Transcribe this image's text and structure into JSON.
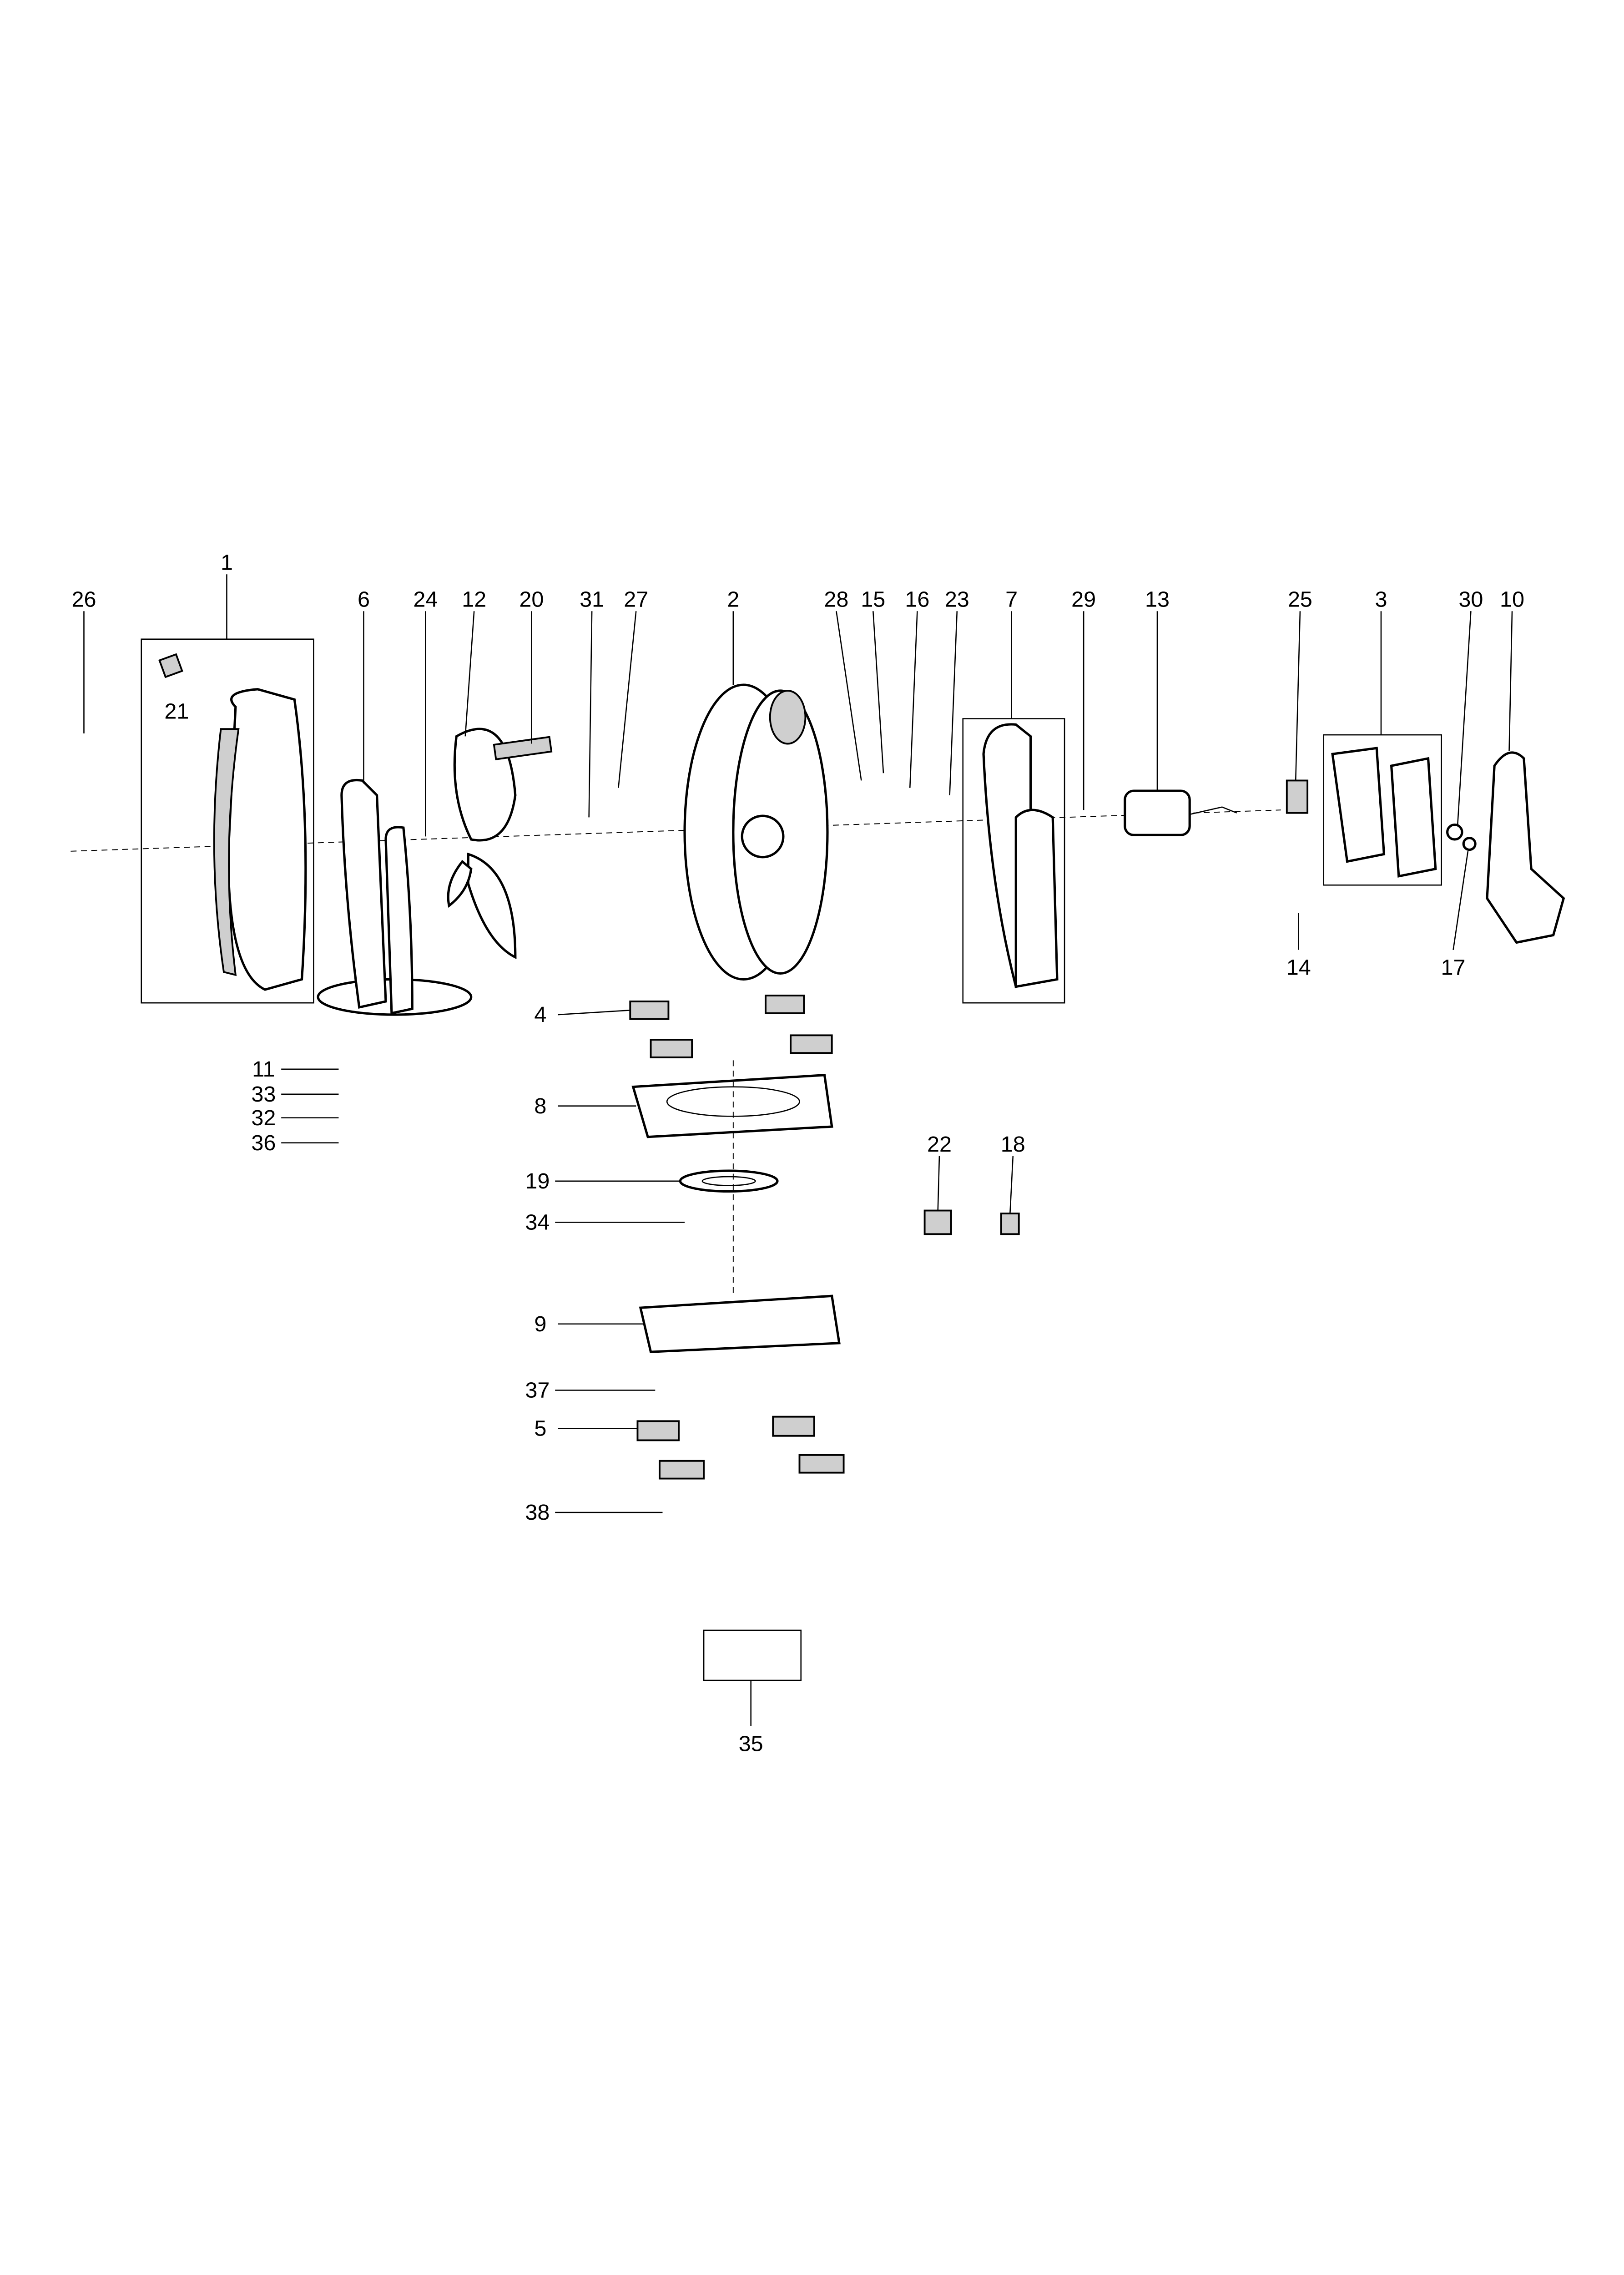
{
  "diagram": {
    "type": "exploded parts diagram",
    "part_labels": [
      "1",
      "26",
      "6",
      "24",
      "12",
      "20",
      "31",
      "27",
      "2",
      "28",
      "15",
      "16",
      "23",
      "7",
      "29",
      "13",
      "25",
      "3",
      "30",
      "10",
      "21",
      "14",
      "17",
      "4",
      "11",
      "33",
      "32",
      "36",
      "8",
      "22",
      "18",
      "19",
      "34",
      "9",
      "37",
      "5",
      "38",
      "35"
    ]
  }
}
